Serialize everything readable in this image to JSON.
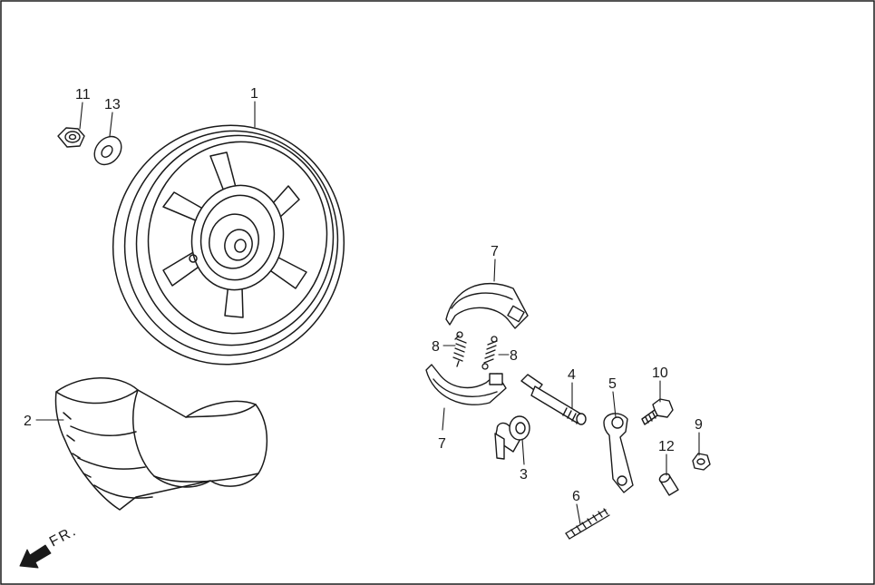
{
  "diagram": {
    "type": "exploded-parts-diagram",
    "direction_label": "FR.",
    "callouts": [
      {
        "id": "c11",
        "label": "11",
        "part": "axle-nut"
      },
      {
        "id": "c13",
        "label": "13",
        "part": "washer"
      },
      {
        "id": "c1",
        "label": "1",
        "part": "rear-wheel-rim"
      },
      {
        "id": "c2",
        "label": "2",
        "part": "tire"
      },
      {
        "id": "c7a",
        "label": "7",
        "part": "brake-shoe-upper"
      },
      {
        "id": "c8a",
        "label": "8",
        "part": "spring-left"
      },
      {
        "id": "c8b",
        "label": "8",
        "part": "spring-right"
      },
      {
        "id": "c7b",
        "label": "7",
        "part": "brake-shoe-lower"
      },
      {
        "id": "c4",
        "label": "4",
        "part": "brake-cam"
      },
      {
        "id": "c5",
        "label": "5",
        "part": "brake-arm"
      },
      {
        "id": "c10",
        "label": "10",
        "part": "bolt"
      },
      {
        "id": "c9",
        "label": "9",
        "part": "small-nut"
      },
      {
        "id": "c12",
        "label": "12",
        "part": "pin"
      },
      {
        "id": "c3",
        "label": "3",
        "part": "valve-stem"
      },
      {
        "id": "c6",
        "label": "6",
        "part": "return-spring"
      }
    ]
  }
}
